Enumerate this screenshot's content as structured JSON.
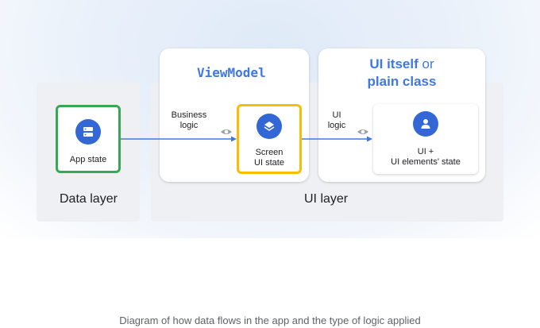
{
  "diagram": {
    "data_layer_label": "Data layer",
    "ui_layer_label": "UI layer",
    "viewmodel_title": "ViewModel",
    "ui_title_bold_1": "UI itself",
    "ui_title_or": "or",
    "ui_title_bold_2": "plain class",
    "nodes": {
      "app_state": "App state",
      "screen_ui_state": "Screen\nUI state",
      "ui_elements_state": "UI +\nUI elements' state"
    },
    "edges": {
      "business_logic": "Business\nlogic",
      "ui_logic": "UI\nlogic"
    },
    "icons": [
      "storage-icon",
      "layers-icon",
      "person-icon",
      "eye-icon"
    ],
    "colors": {
      "app_state_border": "#34a853",
      "screen_state_border": "#fbbc04",
      "accent_blue": "#3367d6",
      "title_blue": "#3f78e0",
      "arrow": "#3f78e0"
    }
  },
  "caption": "Diagram of how data flows in the app and the type of logic applied"
}
